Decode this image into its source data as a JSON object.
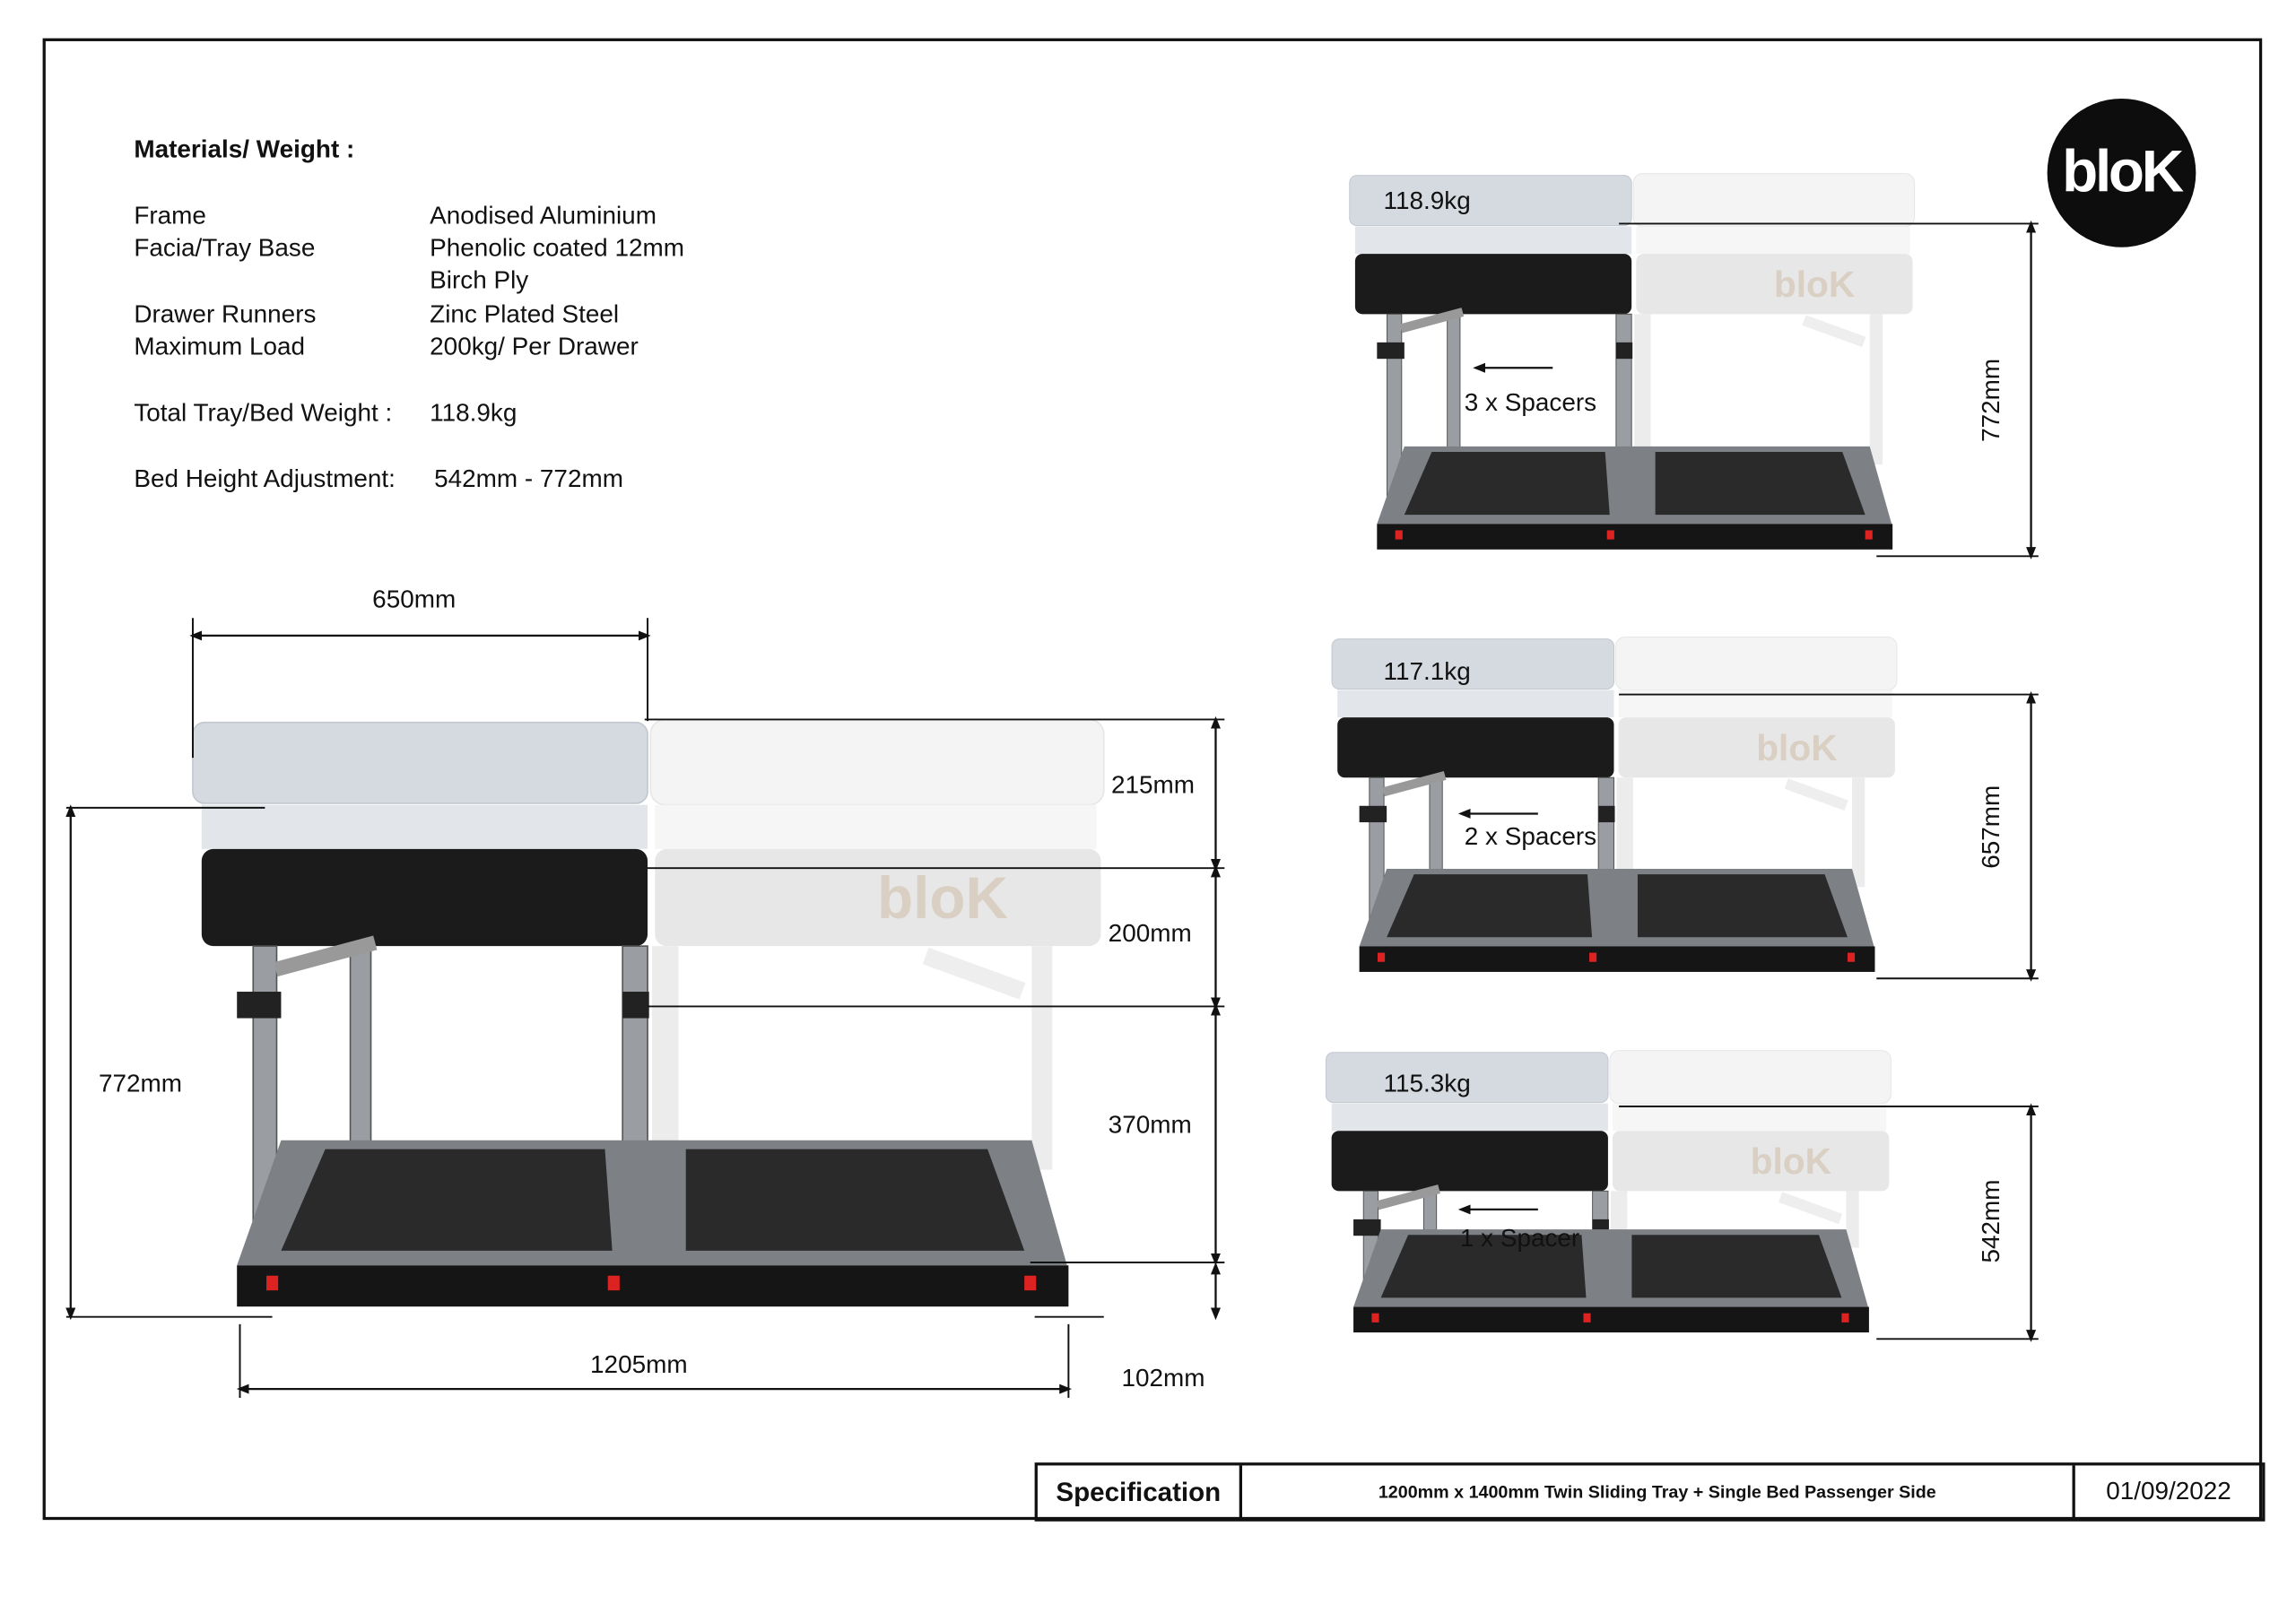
{
  "materials": {
    "heading": "Materials/ Weight :",
    "rows": [
      {
        "label": "Frame",
        "value": "Anodised Aluminium"
      },
      {
        "label": "Facia/Tray Base",
        "value": "Phenolic coated 12mm"
      },
      {
        "label": "",
        "value": "Birch Ply"
      },
      {
        "label": "Drawer Runners",
        "value": "Zinc Plated Steel"
      },
      {
        "label": "Maximum Load",
        "value": "200kg/ Per Drawer"
      }
    ],
    "total_label": "Total Tray/Bed Weight :",
    "total_value": "118.9kg",
    "height_label": "Bed Height Adjustment:",
    "height_value": "542mm - 772mm"
  },
  "logo": "bloK",
  "main_drawing": {
    "width_top": "650mm",
    "height_total": "772mm",
    "mattress": "215mm",
    "base": "200mm",
    "legs": "370mm",
    "tray": "102mm",
    "width_total": "1205mm"
  },
  "variants": [
    {
      "weight": "118.9kg",
      "spacers": "3 x Spacers",
      "height": "772mm"
    },
    {
      "weight": "117.1kg",
      "spacers": "2 x Spacers",
      "height": "657mm"
    },
    {
      "weight": "115.3kg",
      "spacers": "1 x Spacer",
      "height": "542mm"
    }
  ],
  "footer": {
    "label": "Specification",
    "description": "1200mm x 1400mm Twin Sliding Tray + Single Bed Passenger Side",
    "date": "01/09/2022"
  }
}
